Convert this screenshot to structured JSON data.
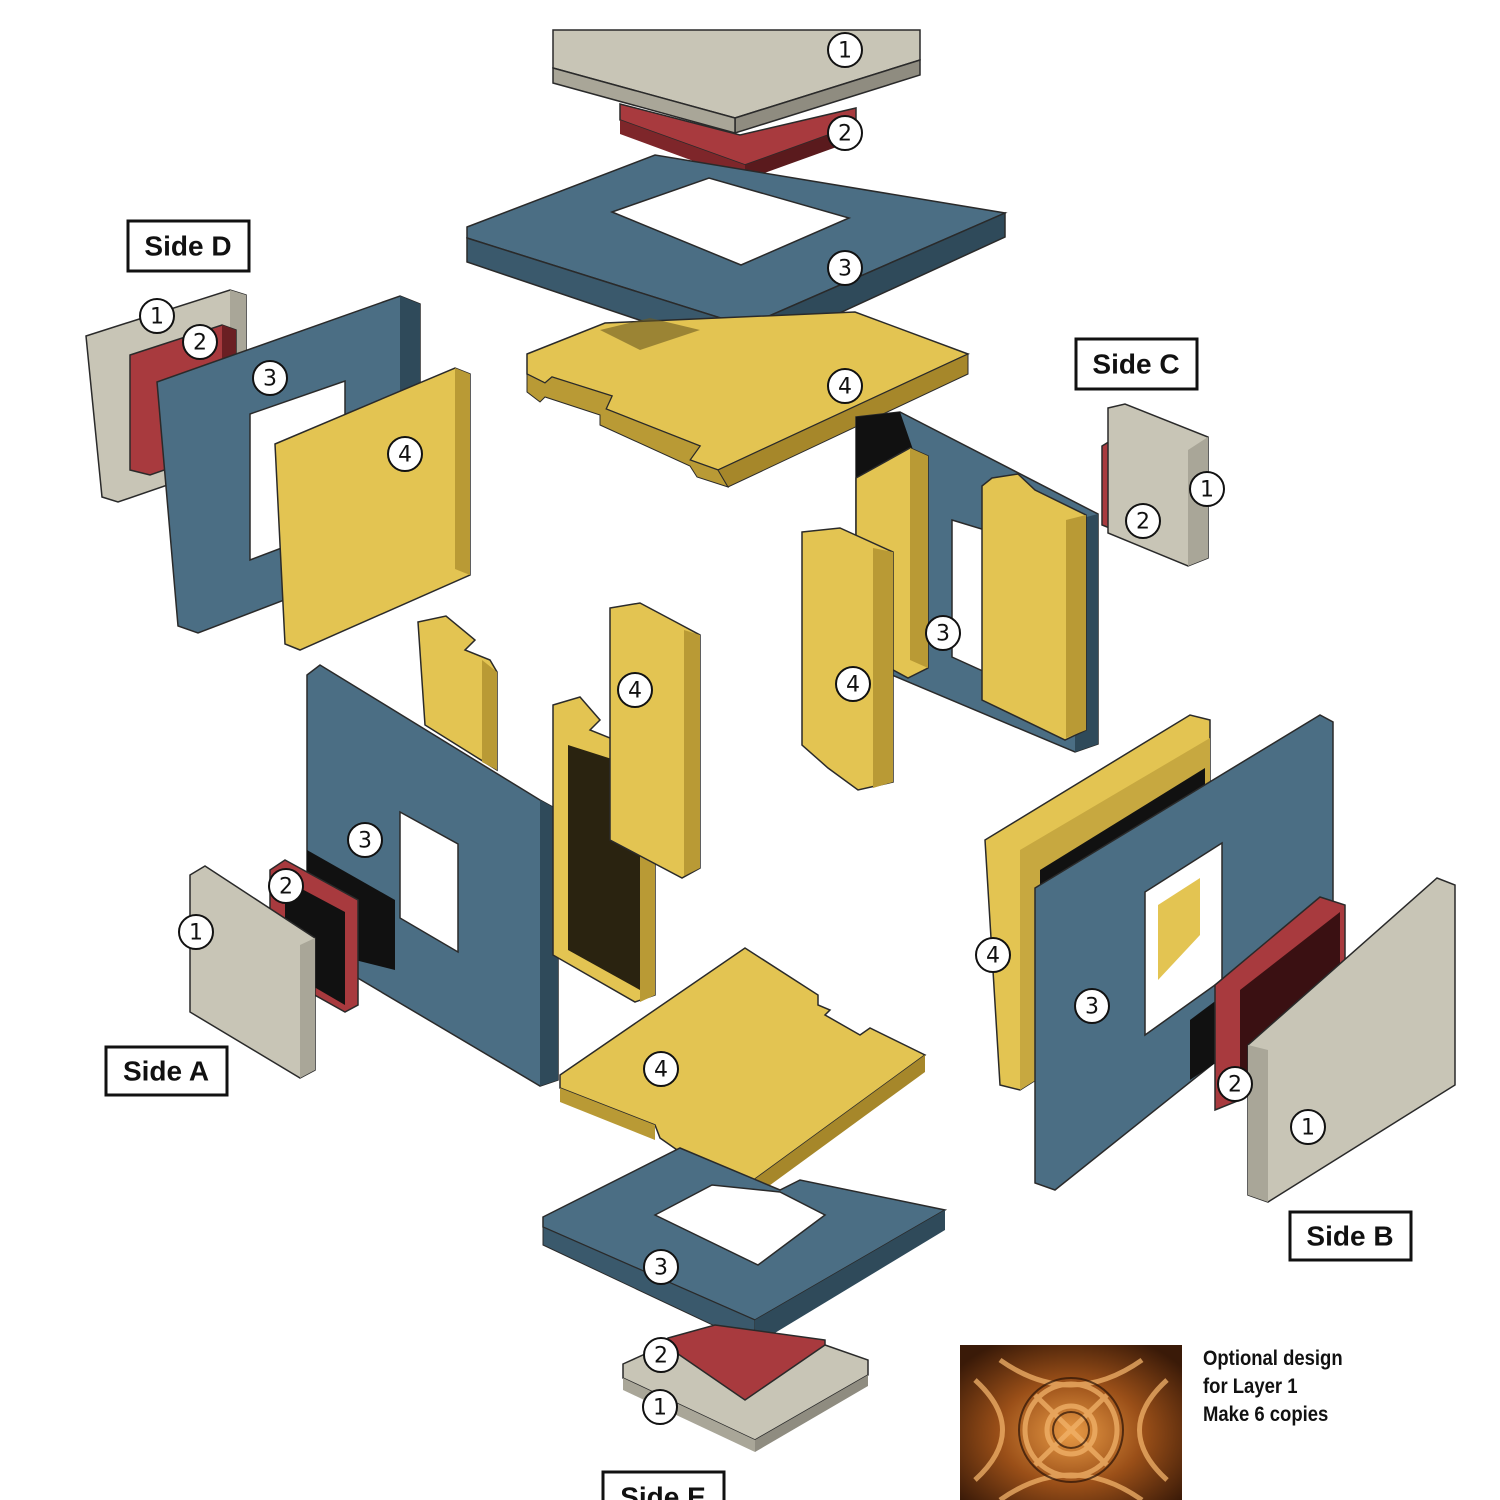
{
  "figure": {
    "layer_numbers": [
      "1",
      "2",
      "3",
      "4"
    ],
    "sides": {
      "top_region": {
        "label": ""
      },
      "a": {
        "label": "Side A"
      },
      "b": {
        "label": "Side B"
      },
      "c": {
        "label": "Side C"
      },
      "d": {
        "label": "Side D"
      },
      "e": {
        "label": "Side E"
      }
    },
    "optional_design": {
      "line1": "Optional design",
      "line2": "for Layer 1",
      "line3": "Make 6 copies"
    }
  },
  "colors": {
    "layer1": "#c8c5b6",
    "layer2": "#a83a3e",
    "layer3": "#4b6e84",
    "layer4": "#e3c452",
    "shadow": "#111111",
    "outline": "#2a2a2a"
  },
  "icons": {
    "design_thumbnail": "celtic-knot-bronze-tile-icon"
  }
}
